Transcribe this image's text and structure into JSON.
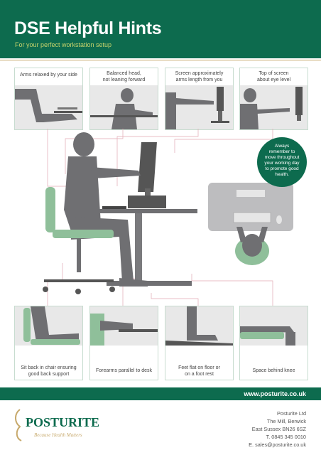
{
  "header": {
    "title": "DSE Helpful Hints",
    "subtitle": "For your perfect workstation setup"
  },
  "top_tips": [
    {
      "caption": "Arms relaxed by your side"
    },
    {
      "caption_line1": "Balanced head,",
      "caption_line2": "not leaning forward"
    },
    {
      "caption_line1": "Screen approximately",
      "caption_line2": "arms length from you"
    },
    {
      "caption_line1": "Top of screen",
      "caption_line2": "about eye level"
    }
  ],
  "bottom_tips": [
    {
      "caption_line1": "Sit back in chair ensuring",
      "caption_line2": "good back support"
    },
    {
      "caption": "Forearms parallel to desk"
    },
    {
      "caption_line1": "Feet flat on floor or",
      "caption_line2": "on a foot rest"
    },
    {
      "caption": "Space behind knee"
    }
  ],
  "bubble": {
    "lines": [
      "Always",
      "remember to",
      "move throughout",
      "your working day",
      "to promote good",
      "health."
    ]
  },
  "footer": {
    "url": "www.posturite.co.uk"
  },
  "logo": {
    "name": "POSTURITE",
    "tagline": "Because Health Matters"
  },
  "address": {
    "line1": "Posturite Ltd",
    "line2": "The Mill, Berwick",
    "line3": "East Sussex BN26 6SZ",
    "phone": "T. 0845 345 0010",
    "email": "E. sales@posturite.co.uk"
  },
  "colors": {
    "brand_green": "#0d6b4e",
    "subtitle_yellow": "#c6d36c",
    "chair_green": "#8fbf9a",
    "figure_grey": "#6f6f72",
    "gold_line": "#c7a96c"
  }
}
